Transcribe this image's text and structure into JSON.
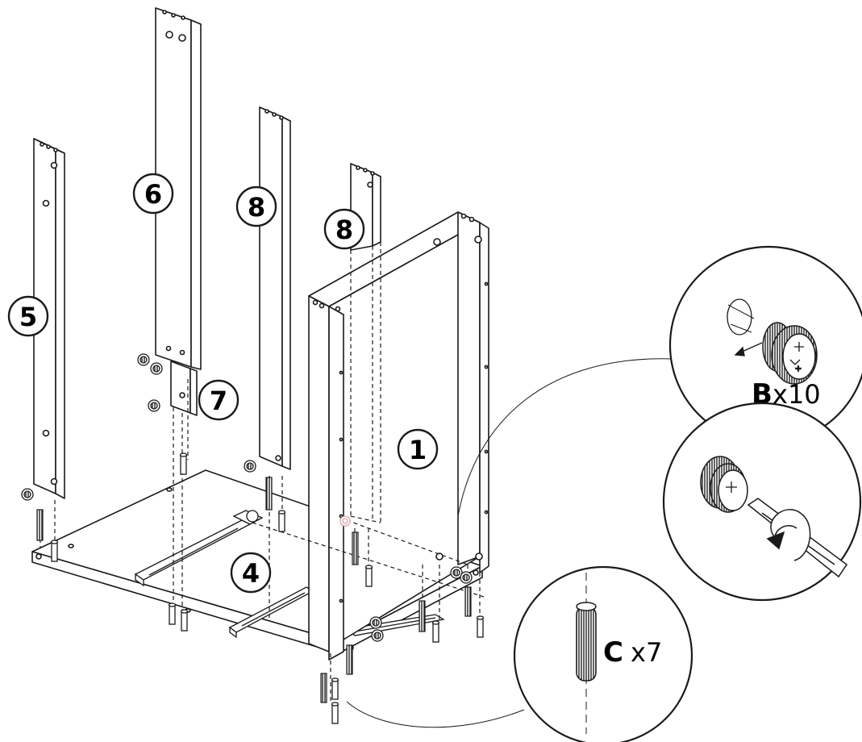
{
  "part_numbers": {
    "p5": "5",
    "p6": "6",
    "p7": "7",
    "p8_left": "8",
    "p8_right": "8",
    "p1": "1",
    "p4": "4"
  },
  "callouts": {
    "b_letter": "B",
    "b_qty": "x10",
    "c_letter": "C",
    "c_qty": "x7"
  },
  "colors": {
    "line": "#1a1a1a",
    "panel_fill": "#ffffff",
    "dowel_fill": "#444444",
    "highlight_cam": "#d9a5a5"
  }
}
